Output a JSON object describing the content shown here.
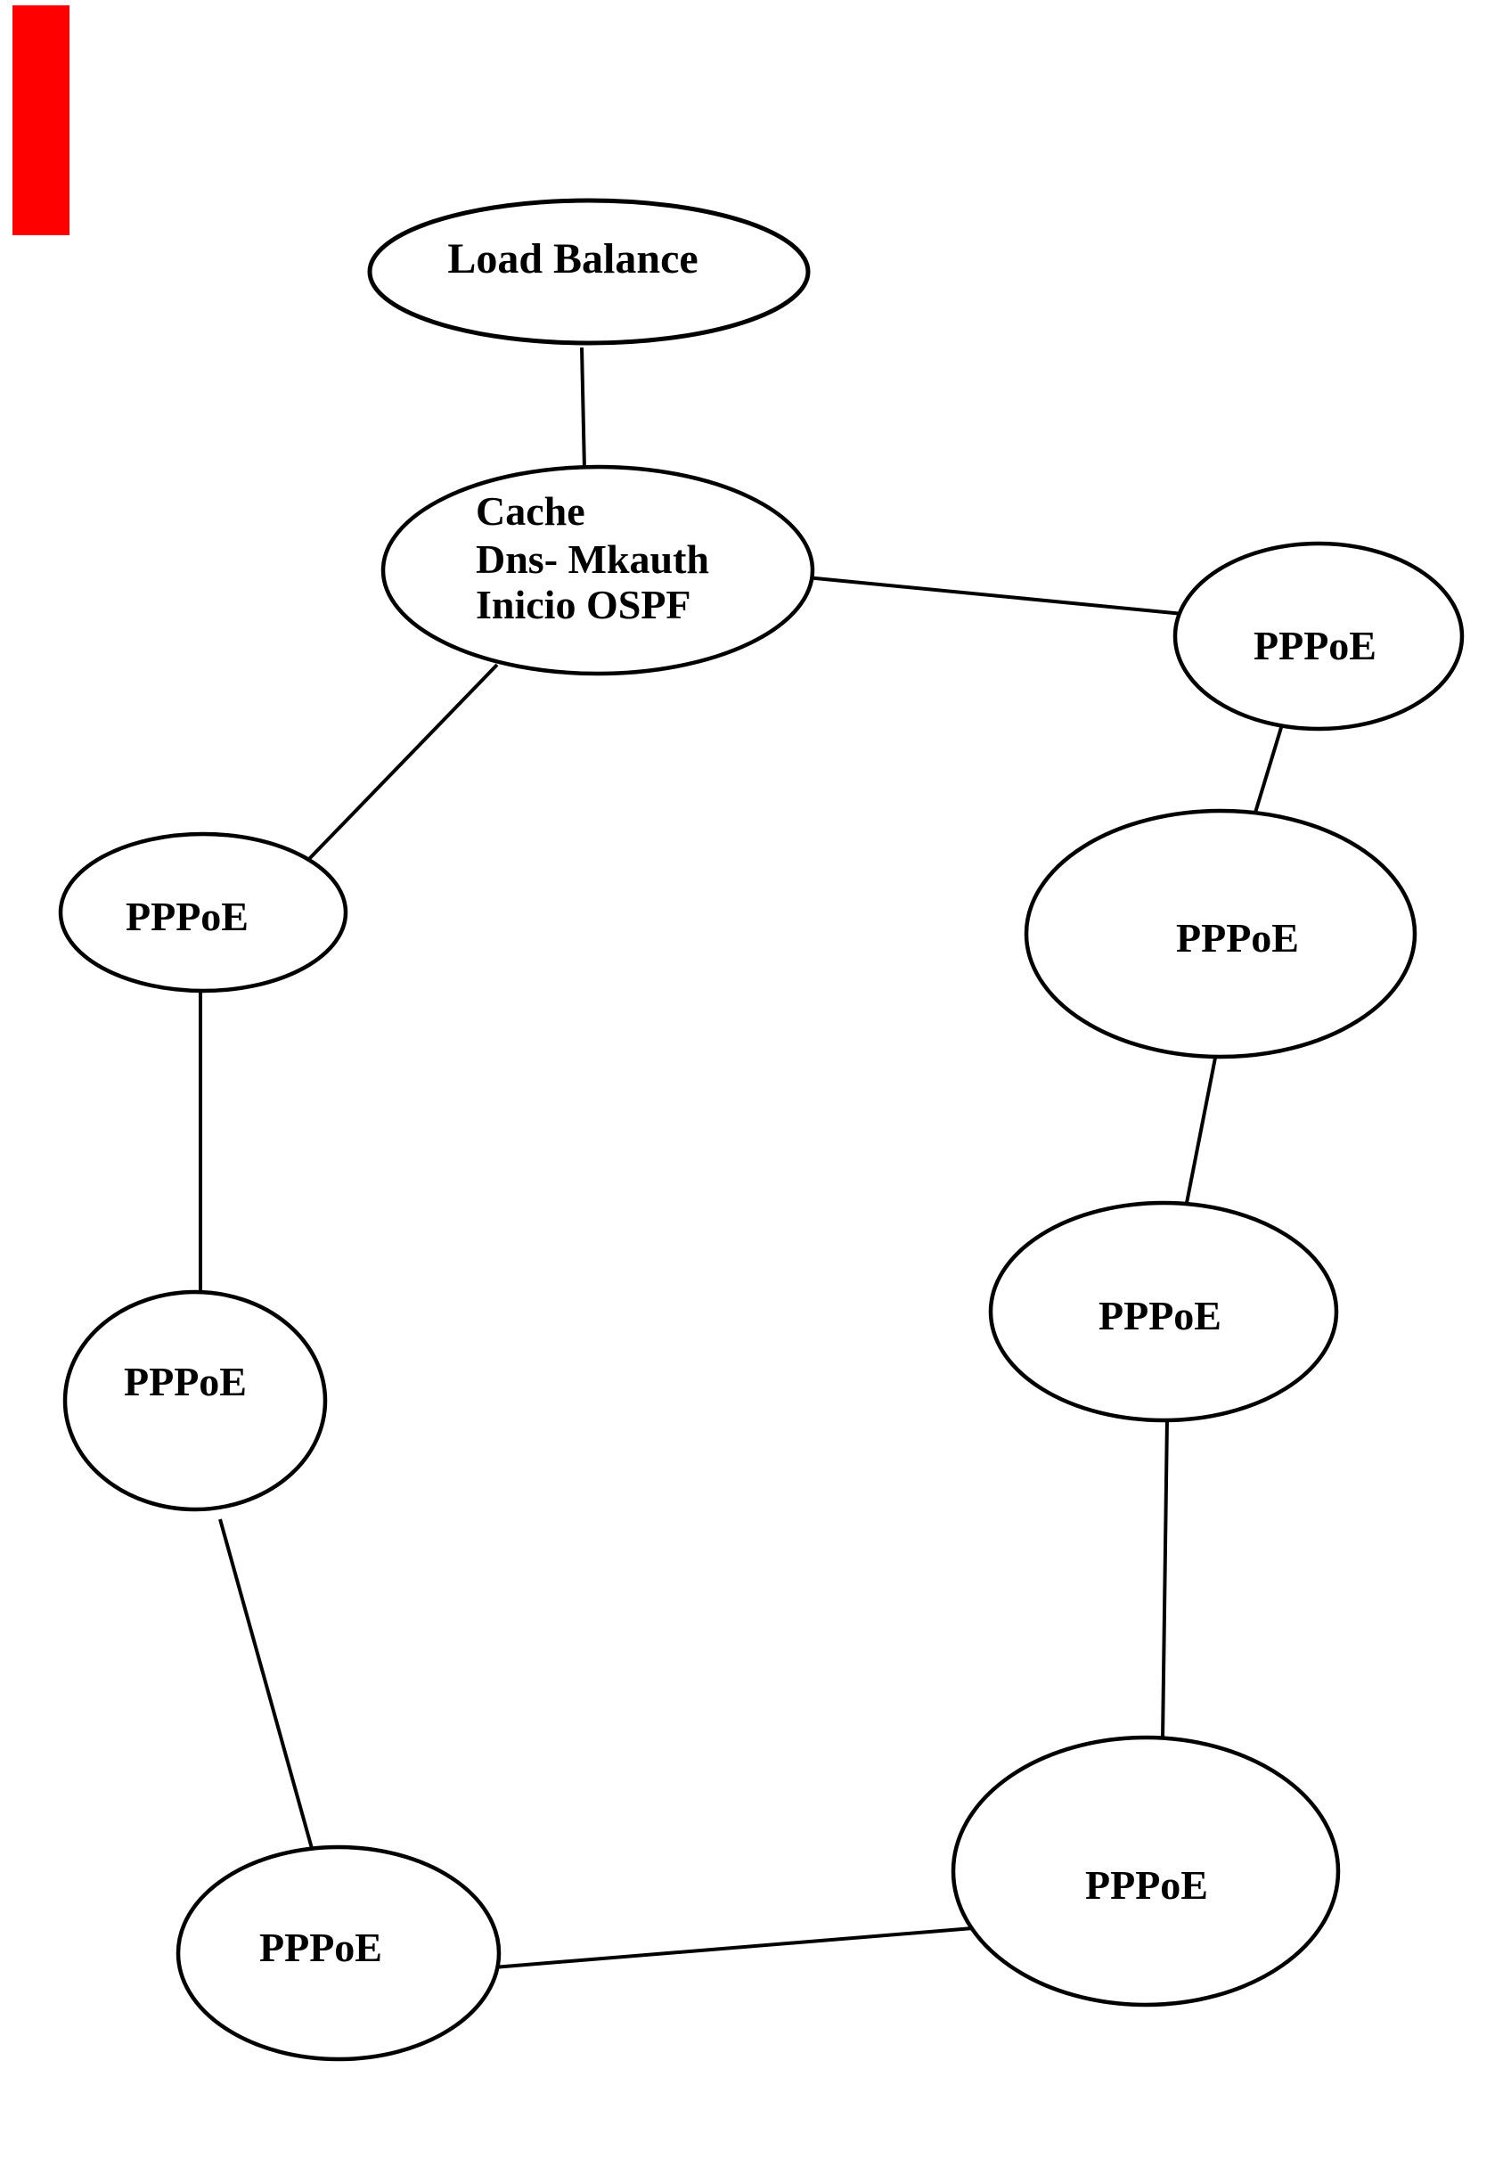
{
  "artifact": {
    "color": "#fe0000"
  },
  "diagram": {
    "stroke_color": "#000000",
    "background": "#ffffff",
    "nodes": [
      {
        "id": "load-balance",
        "label": "Load Balance"
      },
      {
        "id": "core-router",
        "lines": [
          "Cache",
          "Dns- Mkauth",
          "Inicio OSPF"
        ]
      },
      {
        "id": "pppoe-right-1",
        "label": "PPPoE"
      },
      {
        "id": "pppoe-right-2",
        "label": "PPPoE"
      },
      {
        "id": "pppoe-right-3",
        "label": "PPPoE"
      },
      {
        "id": "pppoe-right-4",
        "label": "PPPoE"
      },
      {
        "id": "pppoe-bottom-left",
        "label": "PPPoE"
      },
      {
        "id": "pppoe-left-2",
        "label": "PPPoE"
      },
      {
        "id": "pppoe-left-1",
        "label": "PPPoE"
      }
    ],
    "edges": [
      {
        "from": "load-balance",
        "to": "core-router"
      },
      {
        "from": "core-router",
        "to": "pppoe-right-1"
      },
      {
        "from": "pppoe-right-1",
        "to": "pppoe-right-2"
      },
      {
        "from": "pppoe-right-2",
        "to": "pppoe-right-3"
      },
      {
        "from": "pppoe-right-3",
        "to": "pppoe-right-4"
      },
      {
        "from": "pppoe-right-4",
        "to": "pppoe-bottom-left"
      },
      {
        "from": "pppoe-bottom-left",
        "to": "pppoe-left-2"
      },
      {
        "from": "pppoe-left-2",
        "to": "pppoe-left-1"
      },
      {
        "from": "pppoe-left-1",
        "to": "core-router"
      }
    ]
  }
}
